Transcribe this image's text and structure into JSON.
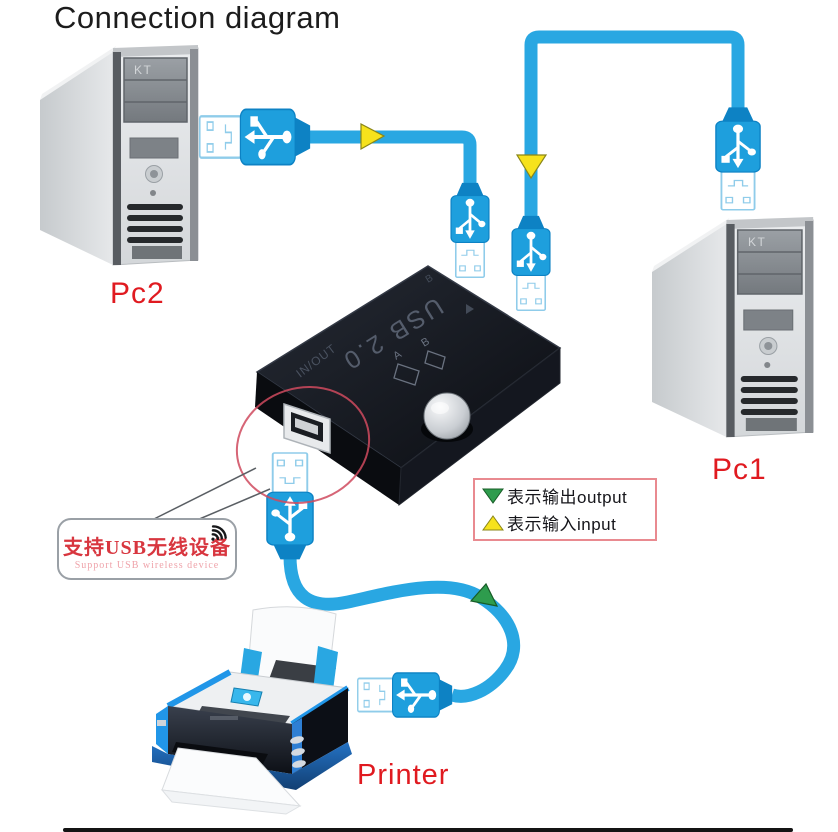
{
  "title": "Connection diagram",
  "labels": {
    "pc2": "Pc2",
    "pc1": "Pc1",
    "printer": "Printer",
    "tower_badge": "KT"
  },
  "switch": {
    "model_text": "USB 2.0",
    "port_label": "IN/OUT",
    "channel_a": "A",
    "channel_b": "B"
  },
  "legend": {
    "items": [
      {
        "icon": "green-down-triangle",
        "text": "表示输出output"
      },
      {
        "icon": "yellow-up-triangle",
        "text": "表示输入input"
      }
    ]
  },
  "bubble": {
    "cn": "支持USB无线设备",
    "en": "Support USB wireless device",
    "icon": "wifi-icon"
  },
  "colors": {
    "cable": "#29a7e2",
    "plug_body": "#1e9fdd",
    "plug_dark": "#0d82c4",
    "plug_outline": "#8fccea",
    "arrow_input": "#f6e21c",
    "arrow_input_edge": "#8a8618",
    "arrow_output": "#2e9c4d",
    "arrow_output_edge": "#175c26",
    "label_red": "#e01a20",
    "legend_border": "#e98a90",
    "bubble_text": "#d8363f",
    "bubble_subtext": "#efa3aa",
    "ellipse": "#cf4a5e"
  }
}
